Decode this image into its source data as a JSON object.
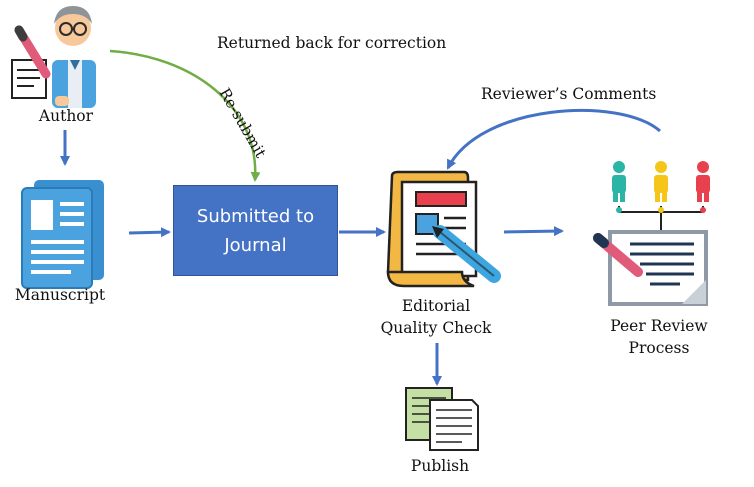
{
  "nodes": {
    "author": "Author",
    "manuscript": "Manuscript",
    "submitted": [
      "Submitted to",
      "Journal"
    ],
    "editorial": [
      "Editorial",
      "Quality Check"
    ],
    "peer_review": [
      "Peer Review",
      "Process"
    ],
    "publish": "Publish"
  },
  "edges": {
    "returned": "Returned back for correction",
    "resubmit": "Re-submit",
    "reviewer_comments": "Reviewer’s Comments"
  },
  "colors": {
    "flow_arrow": "#4472c4",
    "resubmit_arrow": "#70ad47",
    "box_fill": "#4472c4",
    "box_text": "#ffffff"
  },
  "icons": {
    "author": "author-writing-icon",
    "manuscript": "manuscript-document-icon",
    "editorial": "editorial-checklist-icon",
    "peer_review": "peer-review-people-icon",
    "publish": "publish-documents-icon"
  }
}
